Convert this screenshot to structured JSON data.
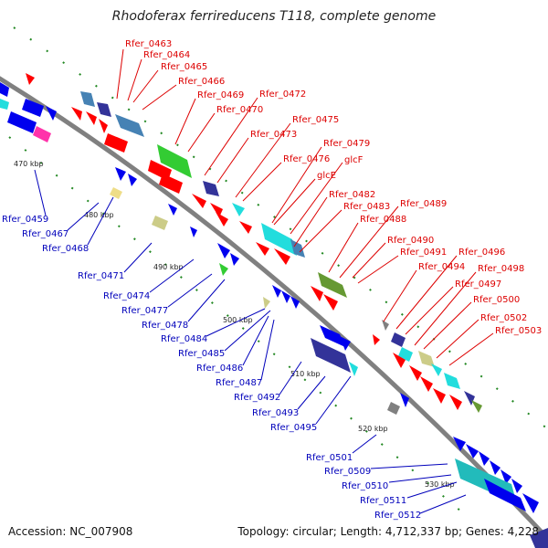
{
  "title": "Rhodoferax ferrireducens T118, complete genome",
  "accession": "Accession: NC_007908",
  "topology": "Topology: circular; Length: 4,712,337 bp; Genes: 4,228",
  "ticks": [
    "470 kbp",
    "480 kbp",
    "490 kbp",
    "500 kbp",
    "510 kbp",
    "520 kbp",
    "530 kbp"
  ],
  "top_labels": [
    "Rfer_0463",
    "Rfer_0464",
    "Rfer_0465",
    "Rfer_0466",
    "Rfer_0469",
    "Rfer_0472",
    "Rfer_0470",
    "Rfer_0475",
    "Rfer_0473",
    "Rfer_0479",
    "Rfer_0476",
    "glcF",
    "glcE",
    "Rfer_0482",
    "Rfer_0483",
    "Rfer_0489",
    "Rfer_0488",
    "Rfer_0490",
    "Rfer_0491",
    "Rfer_0496",
    "Rfer_0494",
    "Rfer_0498",
    "Rfer_0497",
    "Rfer_0500",
    "Rfer_0502",
    "Rfer_0503"
  ],
  "bottom_labels": [
    "Rfer_0459",
    "Rfer_0467",
    "Rfer_0468",
    "Rfer_0471",
    "Rfer_0474",
    "Rfer_0477",
    "Rfer_0478",
    "Rfer_0484",
    "Rfer_0485",
    "Rfer_0486",
    "Rfer_0487",
    "Rfer_0492",
    "Rfer_0493",
    "Rfer_0495",
    "Rfer_0501",
    "Rfer_0509",
    "Rfer_0510",
    "Rfer_0511",
    "Rfer_0512"
  ],
  "colors": {
    "backbone": "#808080",
    "top_label": "#dd0000",
    "bottom_label": "#0000bb",
    "gene_red": "#ff0000",
    "gene_blue": "#0000ee",
    "gene_green": "#33cc33",
    "gene_cyan": "#22dddd",
    "gene_steel": "#4682b4",
    "gene_navy": "#333399",
    "gene_khaki": "#cccc88",
    "gene_olive": "#669933",
    "gene_magenta": "#ff33aa",
    "dot_green": "#228822"
  }
}
